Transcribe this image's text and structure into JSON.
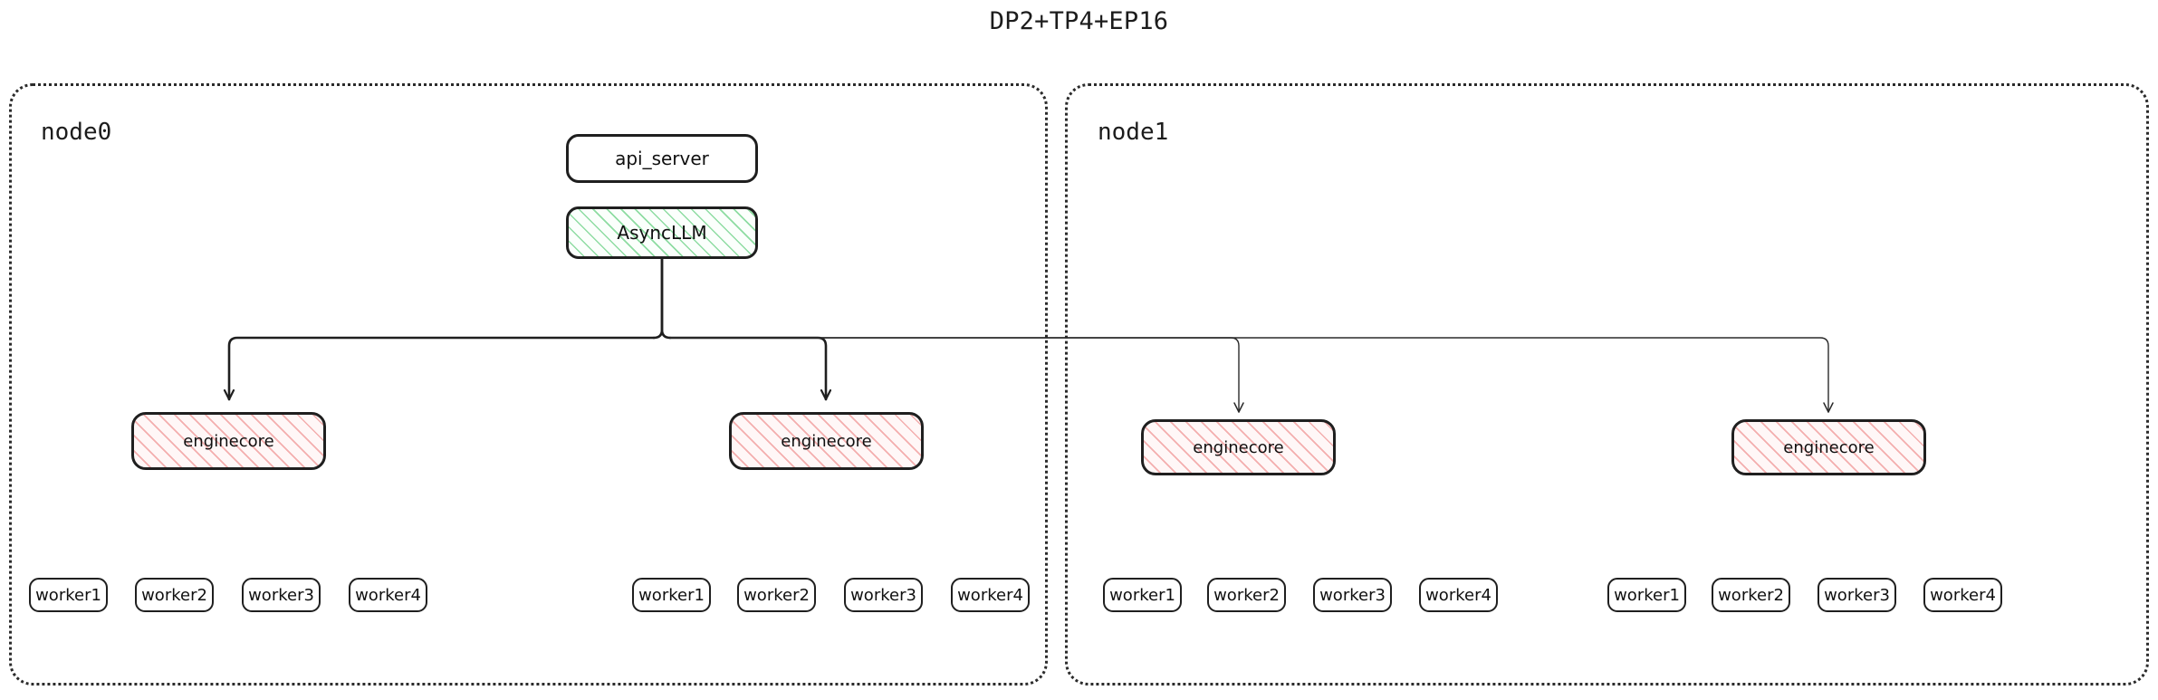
{
  "title": "DP2+TP4+EP16",
  "colors": {
    "stroke": "#1f1f1f",
    "cluster_stroke": "#2b2b2b",
    "asyncllm_hatch": "#7bd692",
    "enginecore_hatch": "#f09696",
    "background": "#ffffff",
    "text": "#101010"
  },
  "root": {
    "api_server": {
      "label": "api_server"
    },
    "async_llm": {
      "label": "AsyncLLM"
    }
  },
  "nodes": [
    {
      "id": "node0",
      "label": "node0",
      "groups": [
        {
          "enginecore": {
            "label": "enginecore"
          },
          "workers": [
            {
              "label": "worker1"
            },
            {
              "label": "worker2"
            },
            {
              "label": "worker3"
            },
            {
              "label": "worker4"
            }
          ]
        },
        {
          "enginecore": {
            "label": "enginecore"
          },
          "workers": [
            {
              "label": "worker1"
            },
            {
              "label": "worker2"
            },
            {
              "label": "worker3"
            },
            {
              "label": "worker4"
            }
          ]
        }
      ]
    },
    {
      "id": "node1",
      "label": "node1",
      "groups": [
        {
          "enginecore": {
            "label": "enginecore"
          },
          "workers": [
            {
              "label": "worker1"
            },
            {
              "label": "worker2"
            },
            {
              "label": "worker3"
            },
            {
              "label": "worker4"
            }
          ]
        },
        {
          "enginecore": {
            "label": "enginecore"
          },
          "workers": [
            {
              "label": "worker1"
            },
            {
              "label": "worker2"
            },
            {
              "label": "worker3"
            },
            {
              "label": "worker4"
            }
          ]
        }
      ]
    }
  ]
}
